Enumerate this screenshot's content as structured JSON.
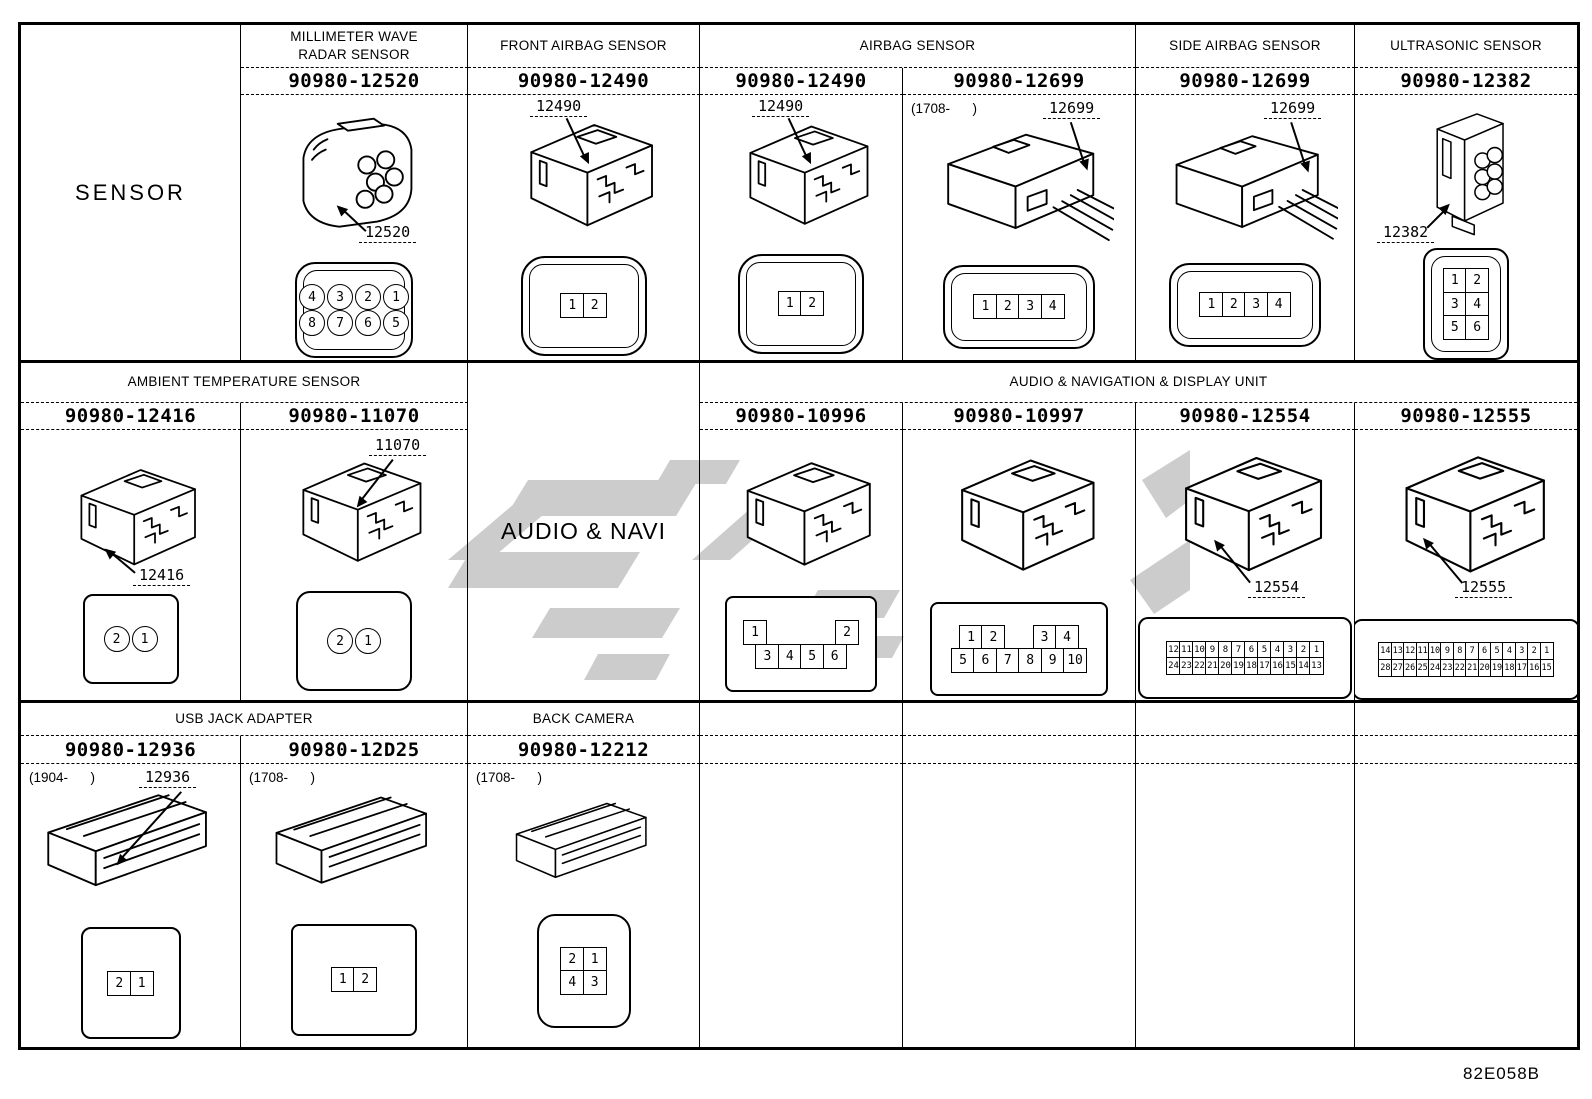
{
  "page": {
    "code": "82E058B"
  },
  "labels": {
    "sensor": "SENSOR",
    "audio_navi": "AUDIO & NAVI"
  },
  "row1": {
    "h_millimeter": "MILLIMETER WAVE RADAR SENSOR",
    "h_front_airbag": "FRONT AIRBAG SENSOR",
    "h_airbag": "AIRBAG SENSOR",
    "h_side_airbag": "SIDE AIRBAG SENSOR",
    "h_ultrasonic": "ULTRASONIC SENSOR",
    "p_12520": "90980-12520",
    "p_12490a": "90980-12490",
    "p_12490b": "90980-12490",
    "p_12699a": "90980-12699",
    "p_12699b": "90980-12699",
    "p_12382": "90980-12382"
  },
  "row2": {
    "h_ambient": "AMBIENT TEMPERATURE SENSOR",
    "h_audio_nav": "AUDIO & NAVIGATION & DISPLAY UNIT",
    "p_12416": "90980-12416",
    "p_11070": "90980-11070",
    "p_10996": "90980-10996",
    "p_10997": "90980-10997",
    "p_12554": "90980-12554",
    "p_12555": "90980-12555"
  },
  "row3": {
    "h_usb": "USB JACK ADAPTER",
    "h_back_camera": "BACK CAMERA",
    "p_12936": "90980-12936",
    "p_12d25": "90980-12D25",
    "p_12212": "90980-12212"
  },
  "connectors": {
    "c12520": {
      "callout": "12520",
      "pins": [
        [
          "4",
          "3",
          "2",
          "1"
        ],
        [
          "8",
          "7",
          "6",
          "5"
        ]
      ]
    },
    "c12490a": {
      "callout": "12490",
      "pins": [
        [
          "1",
          "2"
        ]
      ]
    },
    "c12490b": {
      "callout": "12490",
      "pins": [
        [
          "1",
          "2"
        ]
      ]
    },
    "c12699a": {
      "callout": "12699",
      "annotation": "(1708-      )",
      "pins": [
        [
          "1",
          "2",
          "3",
          "4"
        ]
      ]
    },
    "c12699b": {
      "callout": "12699",
      "pins": [
        [
          "1",
          "2",
          "3",
          "4"
        ]
      ]
    },
    "c12382": {
      "callout": "12382",
      "pins": [
        [
          "1",
          "2"
        ],
        [
          "3",
          "4"
        ],
        [
          "5",
          "6"
        ]
      ]
    },
    "c12416": {
      "callout": "12416",
      "pins": [
        [
          "2",
          "1"
        ]
      ]
    },
    "c11070": {
      "callout": "11070",
      "pins": [
        [
          "2",
          "1"
        ]
      ]
    },
    "c10996": {
      "pins": [
        [
          "1",
          "2"
        ],
        [
          "3",
          "4",
          "5",
          "6"
        ]
      ]
    },
    "c10997": {
      "pins": [
        [
          "1",
          "2",
          "3",
          "4"
        ],
        [
          "5",
          "6",
          "7",
          "8",
          "9",
          "10"
        ]
      ]
    },
    "c12554": {
      "callout": "12554",
      "pins": [
        [
          "12",
          "11",
          "10",
          "9",
          "8",
          "7",
          "6",
          "5",
          "4",
          "3",
          "2",
          "1"
        ],
        [
          "24",
          "23",
          "22",
          "21",
          "20",
          "19",
          "18",
          "17",
          "16",
          "15",
          "14",
          "13"
        ]
      ]
    },
    "c12555": {
      "callout": "12555",
      "pins": [
        [
          "14",
          "13",
          "12",
          "11",
          "10",
          "9",
          "8",
          "7",
          "6",
          "5",
          "4",
          "3",
          "2",
          "1"
        ],
        [
          "28",
          "27",
          "26",
          "25",
          "24",
          "23",
          "22",
          "21",
          "20",
          "19",
          "18",
          "17",
          "16",
          "15"
        ]
      ]
    },
    "c12936": {
      "callout": "12936",
      "annotation": "(1904-      )",
      "pins": [
        [
          "2",
          "1"
        ]
      ]
    },
    "c12d25": {
      "annotation": "(1708-      )",
      "pins": [
        [
          "1",
          "2"
        ]
      ]
    },
    "c12212": {
      "annotation": "(1708-      )",
      "pins": [
        [
          "2",
          "1"
        ],
        [
          "4",
          "3"
        ]
      ]
    }
  }
}
